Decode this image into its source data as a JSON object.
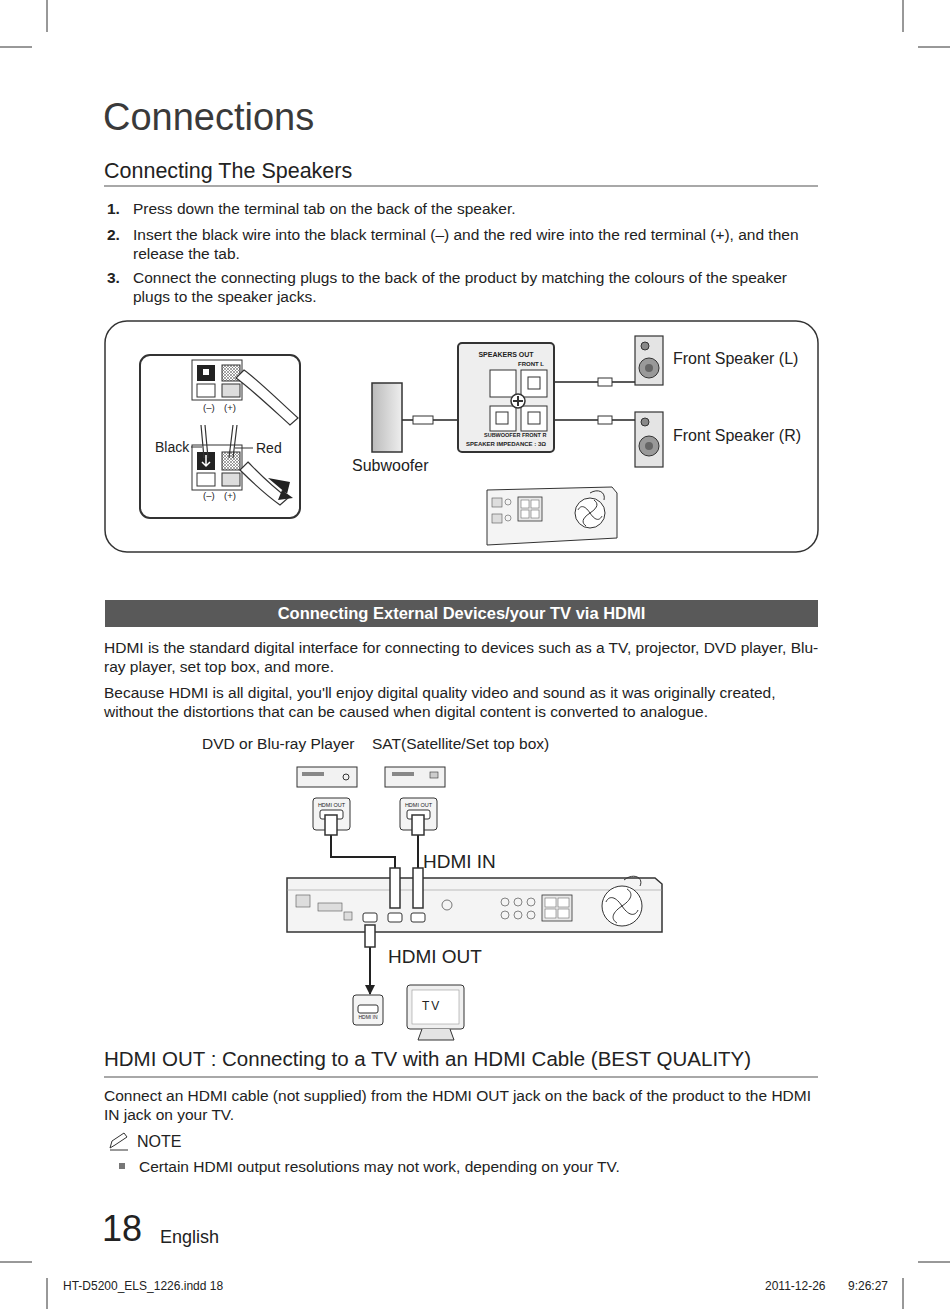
{
  "diagram": {
    "title": "Connections",
    "nodes": [
      {
        "text": [
          "(–)",
          "(+)",
          "Black",
          "Red",
          "(–)",
          "(+)"
        ]
      },
      {
        "text": [
          "Subwoofer"
        ]
      },
      {
        "text": [
          "SPEAKERS OUT",
          "FRONT L",
          "SUBWOOFER",
          "FRONT R",
          "SPEAKER IMPEDANCE : 3Ω"
        ]
      },
      {
        "text": [
          "Front Speaker (L)"
        ]
      },
      {
        "text": [
          "Front Speaker (R)"
        ]
      },
      {
        "text": [
          "Connecting External Devices/your TV via HDMI"
        ]
      },
      {
        "text": [
          "DVD or Blu-ray Player",
          "HDMI OUT"
        ]
      },
      {
        "text": [
          "SAT(Satellite/Set top box)",
          "HDMI OUT"
        ]
      },
      {
        "text": [
          "HDMI IN",
          "HDMI OUT"
        ]
      },
      {
        "text": [
          "TV",
          "HDMI IN"
        ]
      }
    ],
    "edges": [
      {
        "from": 1,
        "to": 2,
        "arrow": "none"
      },
      {
        "from": 3,
        "to": 2,
        "arrow": "none"
      },
      {
        "from": 4,
        "to": 2,
        "arrow": "none"
      },
      {
        "from": 6,
        "to": 8,
        "arrow": "to"
      },
      {
        "from": 7,
        "to": 8,
        "arrow": "to"
      },
      {
        "from": 8,
        "to": 9,
        "arrow": "to"
      }
    ],
    "labels": [
      "Connecting The Speakers",
      "1.",
      "Press down the terminal tab on the back of the speaker.",
      "2.",
      "Insert the black wire into the black terminal (–) and the red wire into the red terminal (+), and then release the tab.",
      "3.",
      "Connect the connecting plugs to the back of the product by matching the colours of the speaker plugs to the speaker jacks.",
      "HDMI is the standard digital interface for connecting to devices such as a TV, projector, DVD player, Blu-ray player, set top box, and more.",
      "Because HDMI is all digital, you'll enjoy digital quality video and sound as it was originally created, without the distortions that can be caused when digital content is converted to analogue.",
      "HDMI OUT : Connecting to a TV with an HDMI Cable (BEST QUALITY)",
      "Connect an HDMI cable (not supplied) from the HDMI OUT jack on the back of the product to the HDMI IN jack on your TV.",
      "NOTE",
      "Certain HDMI output resolutions may not work, depending on your TV.",
      "18",
      "English",
      "HT-D5200_ELS_1226.indd 18",
      "2011-12-26",
      "9:26:27"
    ]
  }
}
